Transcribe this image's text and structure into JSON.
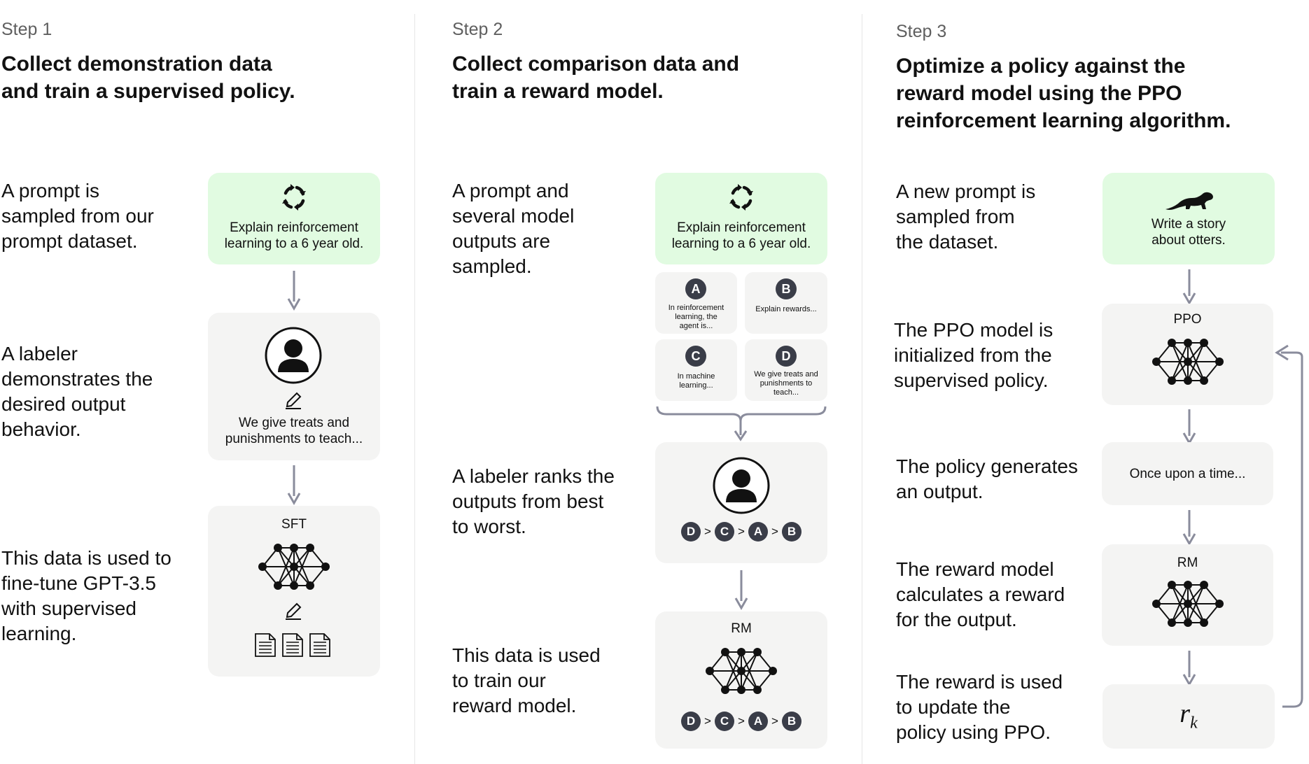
{
  "steps": [
    {
      "label": "Step 1",
      "title_lines": [
        "Collect demonstration data",
        "and train a supervised policy."
      ],
      "descriptions": [
        [
          "A prompt is",
          "sampled from our",
          "prompt dataset."
        ],
        [
          "A labeler",
          "demonstrates the",
          "desired output",
          "behavior."
        ],
        [
          "This data is used to",
          "fine-tune GPT-3.5",
          "with supervised",
          "learning."
        ]
      ],
      "boxes": {
        "prompt_lines": [
          "Explain reinforcement",
          "learning to a 6 year old."
        ],
        "demo_lines": [
          "We give treats and",
          "punishments to teach..."
        ],
        "model_label": "SFT"
      }
    },
    {
      "label": "Step 2",
      "title_lines": [
        "Collect comparison data and",
        "train a reward model."
      ],
      "descriptions": [
        [
          "A prompt and",
          "several model",
          "outputs are",
          "sampled."
        ],
        [
          "A labeler ranks the",
          "outputs from best",
          "to worst."
        ],
        [
          "This data is used",
          "to train our",
          "reward model."
        ]
      ],
      "boxes": {
        "prompt_lines": [
          "Explain reinforcement",
          "learning to a 6 year old."
        ],
        "outputs": [
          {
            "letter": "A",
            "lines": [
              "In reinforcement",
              "learning, the",
              "agent is..."
            ]
          },
          {
            "letter": "B",
            "lines": [
              "Explain rewards..."
            ]
          },
          {
            "letter": "C",
            "lines": [
              "In machine",
              "learning..."
            ]
          },
          {
            "letter": "D",
            "lines": [
              "We give treats and",
              "punishments to",
              "teach..."
            ]
          }
        ],
        "ranking": [
          "D",
          "C",
          "A",
          "B"
        ],
        "ranking_separator": ">",
        "model_label": "RM"
      }
    },
    {
      "label": "Step 3",
      "title_lines": [
        "Optimize a policy against the",
        "reward model using the PPO",
        "reinforcement learning algorithm."
      ],
      "descriptions": [
        [
          "A new prompt is",
          "sampled from",
          "the dataset."
        ],
        [
          "The PPO model is",
          "initialized from the",
          "supervised policy."
        ],
        [
          "The policy generates",
          "an output."
        ],
        [
          "The reward model",
          "calculates a reward",
          "for the output."
        ],
        [
          "The reward is used",
          "to update the",
          "policy using PPO."
        ]
      ],
      "boxes": {
        "prompt_lines": [
          "Write a story",
          "about otters."
        ],
        "policy_label": "PPO",
        "output_text": "Once upon a time...",
        "reward_model_label": "RM",
        "reward_symbol": "r",
        "reward_subscript": "k"
      }
    }
  ],
  "icons": [
    "recycle-icon",
    "person-icon",
    "pencil-icon",
    "neural-network-icon",
    "document-icon",
    "otter-icon",
    "arrow-down-icon",
    "feedback-arrow-icon"
  ],
  "colors": {
    "prompt_box": "#e1fbe1",
    "gray_box": "#f4f4f3",
    "arrow": "#8a8c9c",
    "chip": "#3a3d48",
    "step_label": "#5f5f5f"
  }
}
